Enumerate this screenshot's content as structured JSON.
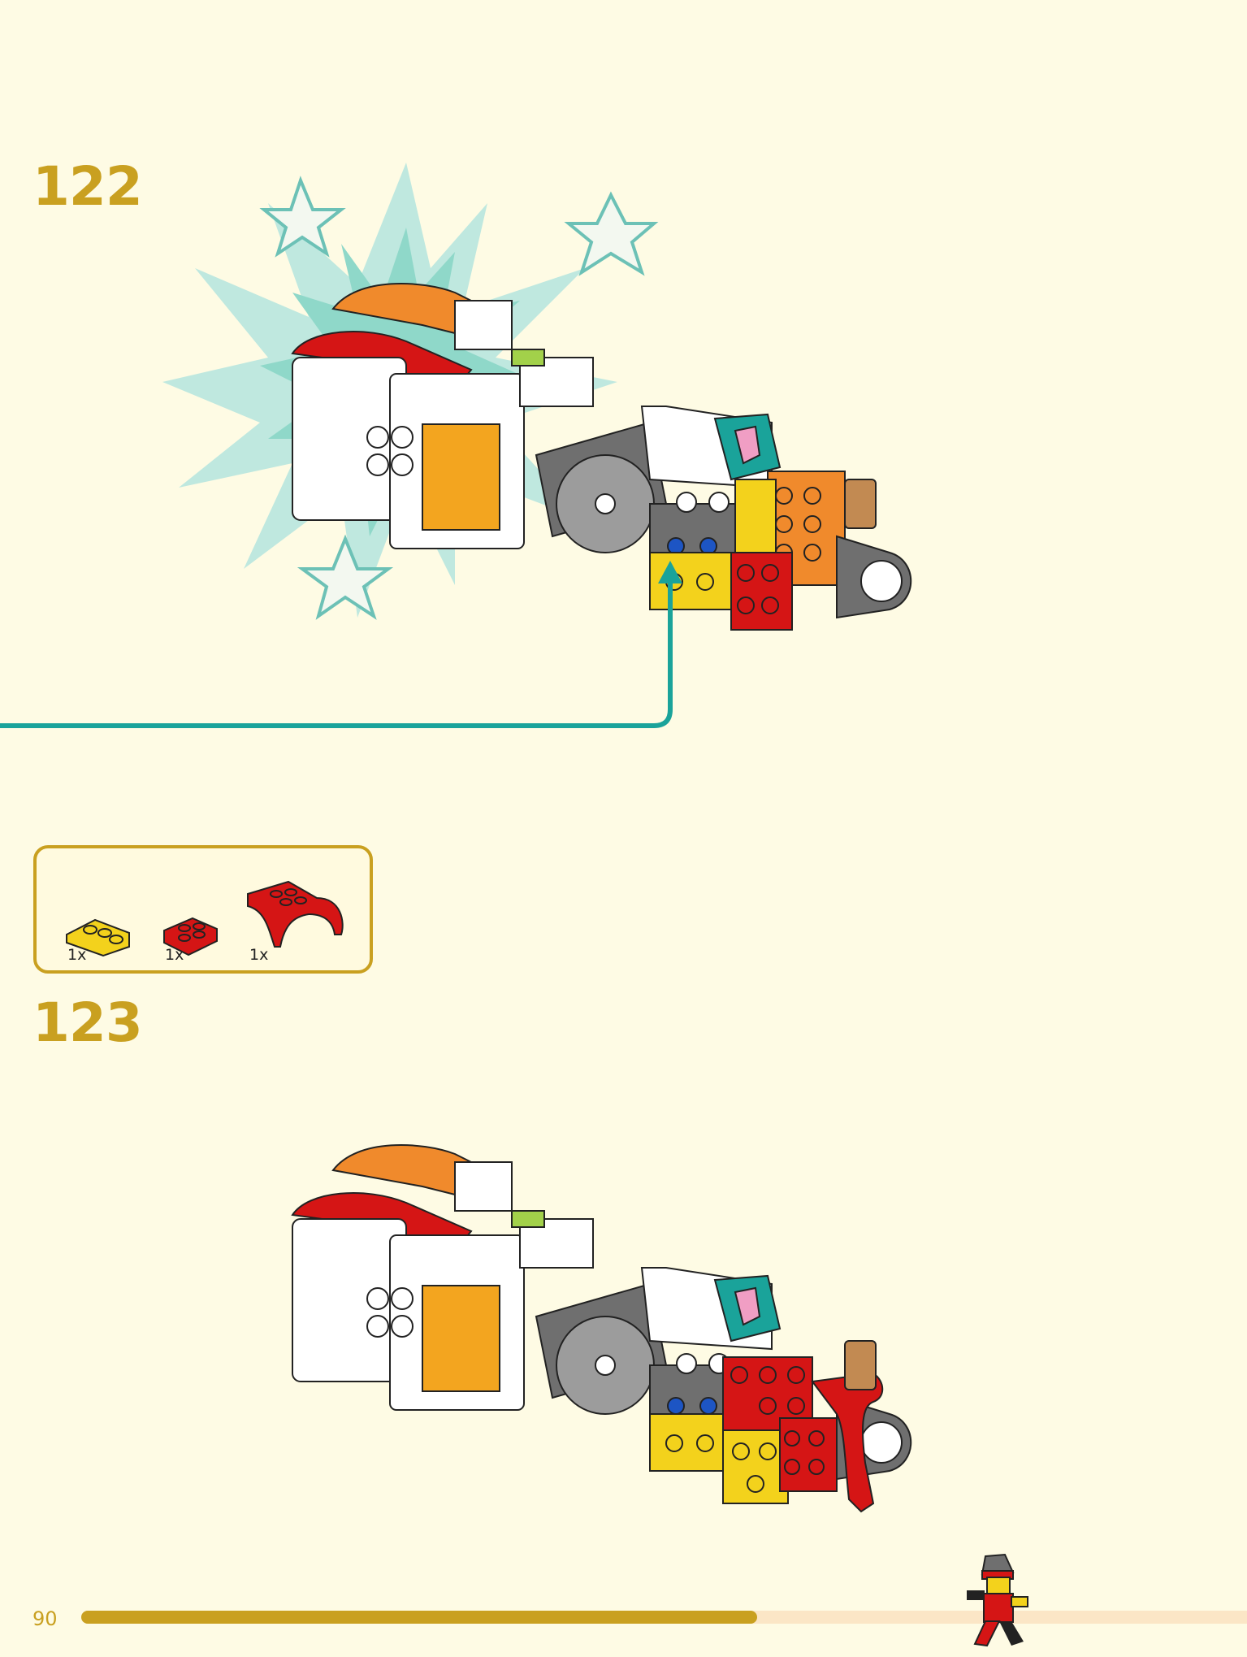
{
  "page": {
    "page_number": "90",
    "progress_fraction": 0.58
  },
  "steps": [
    {
      "number": "122"
    },
    {
      "number": "123"
    }
  ],
  "parts_list": {
    "items": [
      {
        "qty": "1x",
        "icon": "yellow-corner-plate-icon",
        "color": "#f3d21c"
      },
      {
        "qty": "1x",
        "icon": "red-2x2-plate-icon",
        "color": "#d51515"
      },
      {
        "qty": "1x",
        "icon": "red-curved-mudguard-icon",
        "color": "#d51515"
      }
    ]
  },
  "colors": {
    "accent": "#c9a020",
    "connector": "#1aa39a",
    "burst": "#a7dfd3",
    "background": "#fefbe4"
  }
}
